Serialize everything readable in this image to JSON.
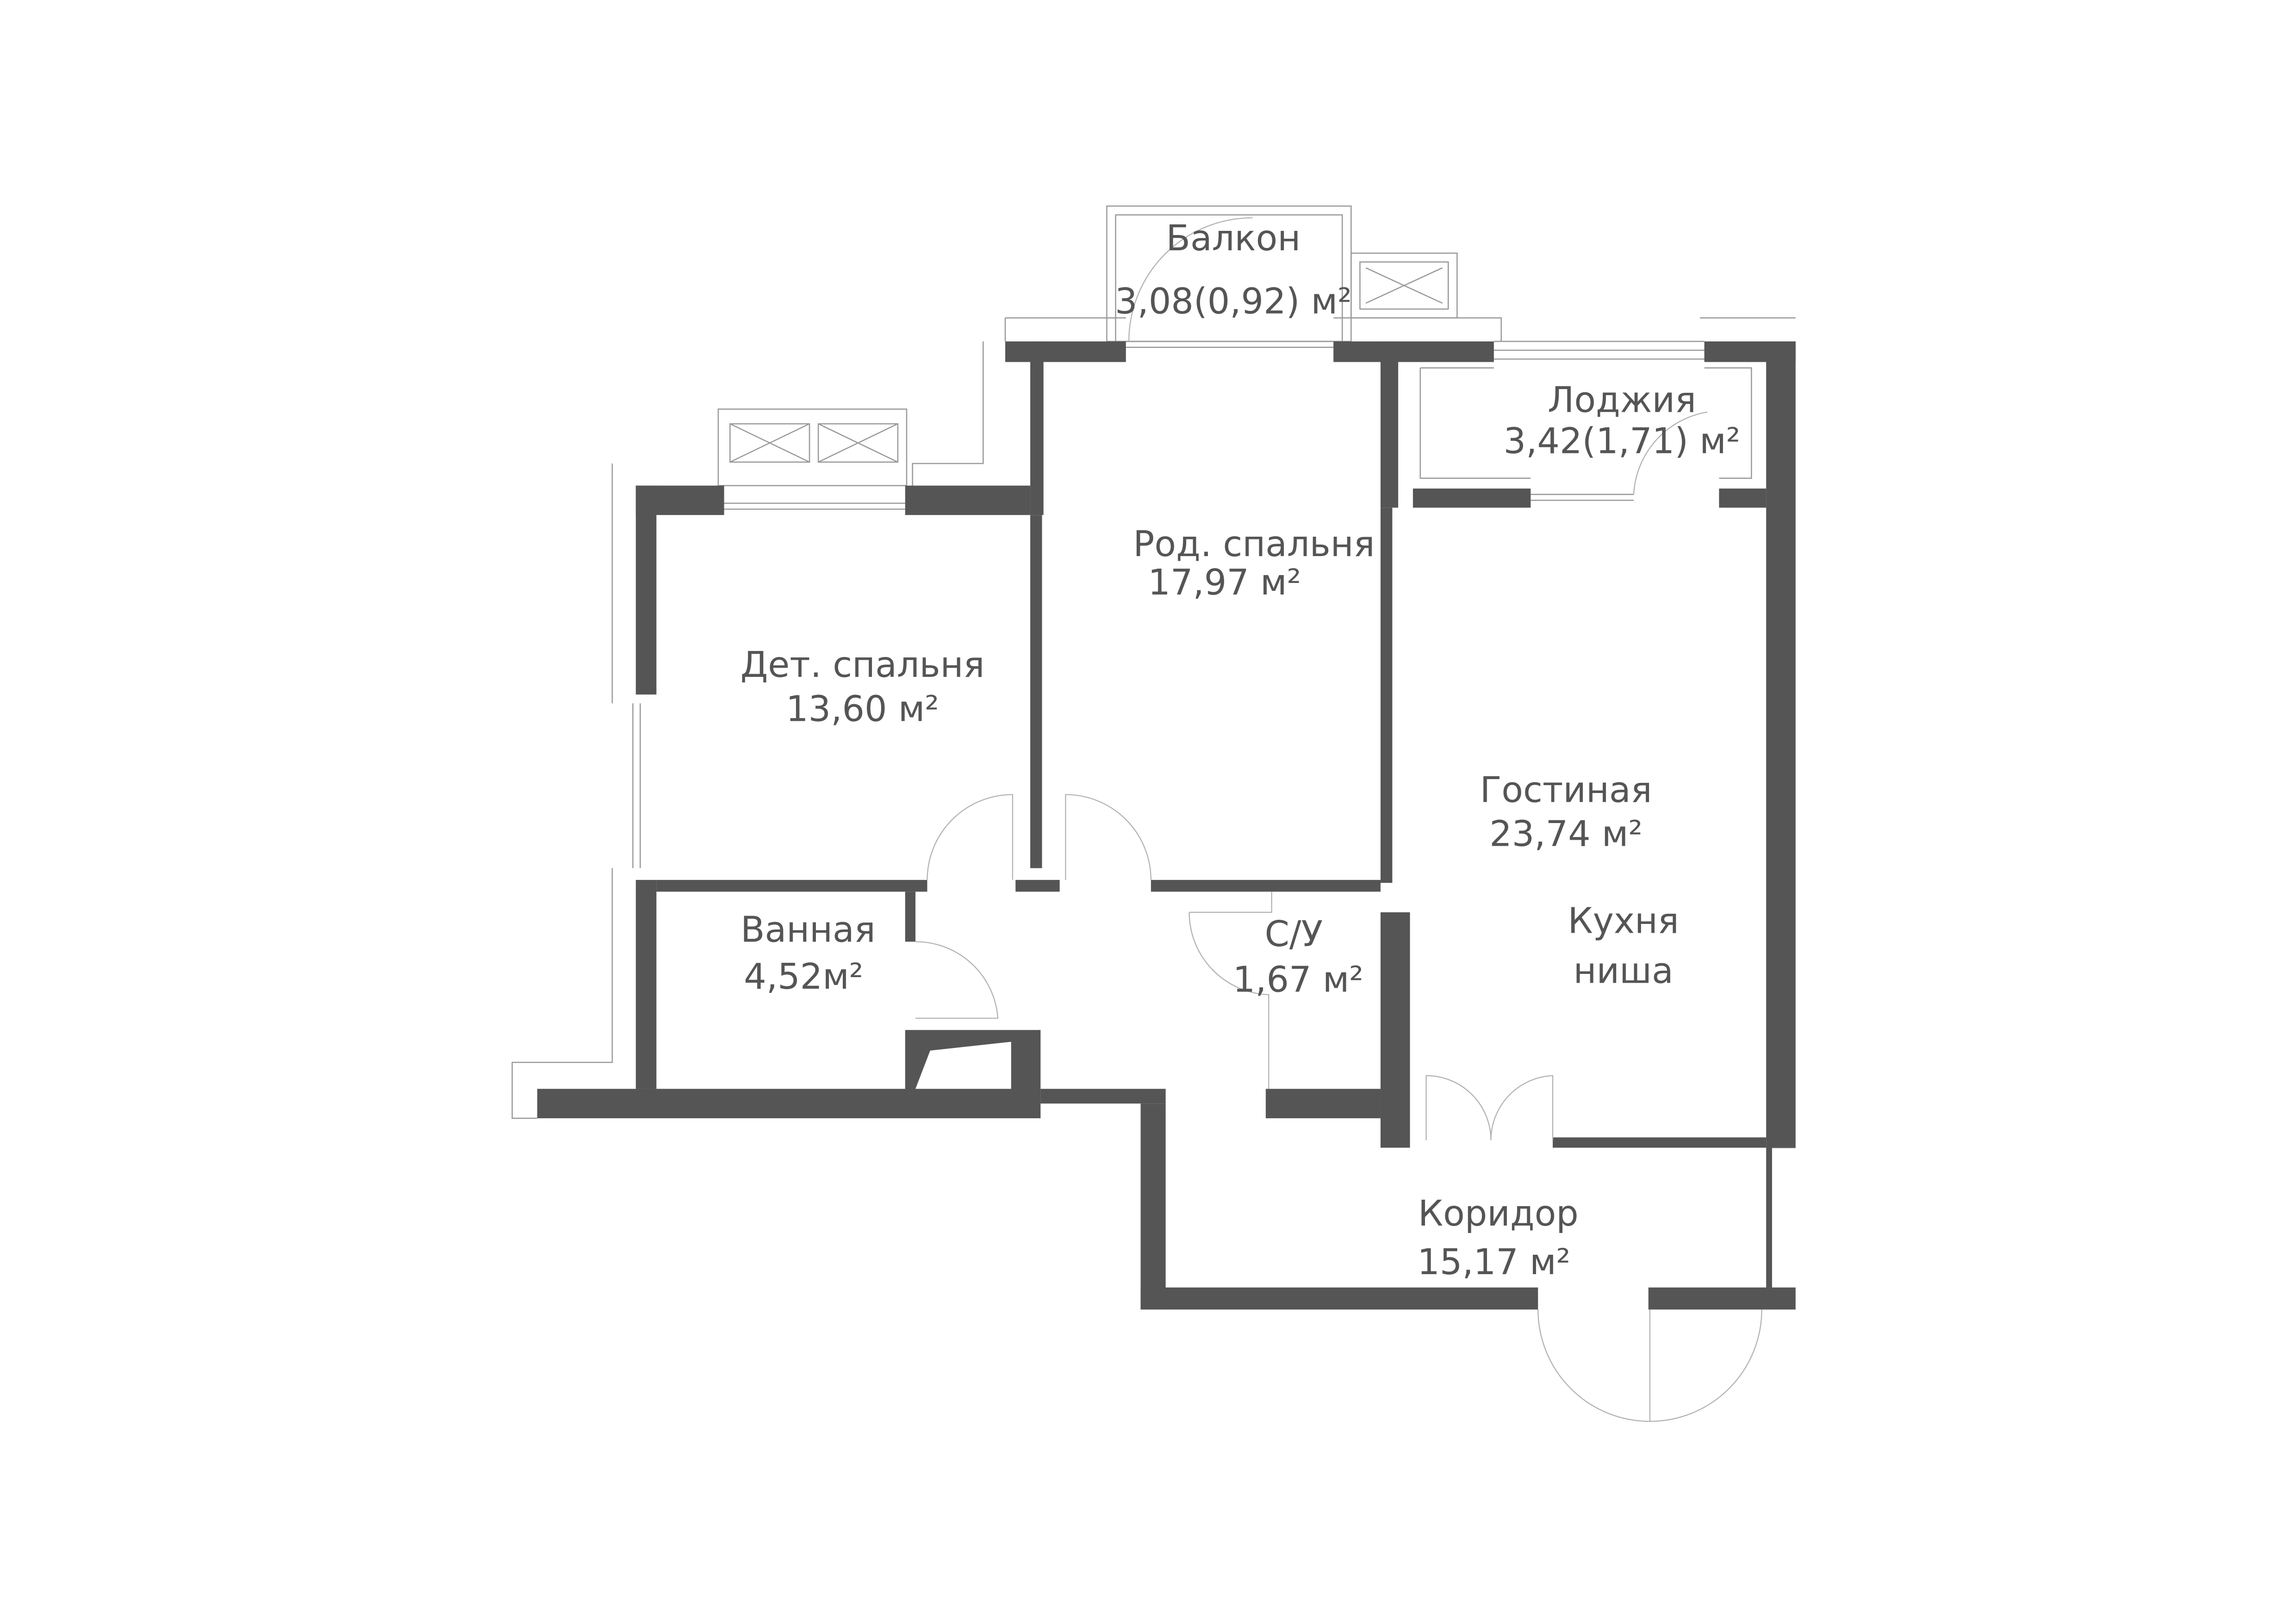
{
  "plan": {
    "wall_color": "#555555",
    "rooms": [
      {
        "name": "Балкон",
        "area": "3,08(0,92) м²"
      },
      {
        "name": "Лоджия",
        "area": "3,42(1,71) м²"
      },
      {
        "name": "Род. спальня",
        "area": "17,97 м²"
      },
      {
        "name": "Дет. спальня",
        "area": "13,60 м²"
      },
      {
        "name": "Гостиная",
        "area": "23,74 м²"
      },
      {
        "name": "Кухня",
        "area": "ниша"
      },
      {
        "name": "Ванная",
        "area": "4,52м²"
      },
      {
        "name": "С/У",
        "area": "1,67 м²"
      },
      {
        "name": "Коридор",
        "area": "15,17 м²"
      }
    ]
  }
}
